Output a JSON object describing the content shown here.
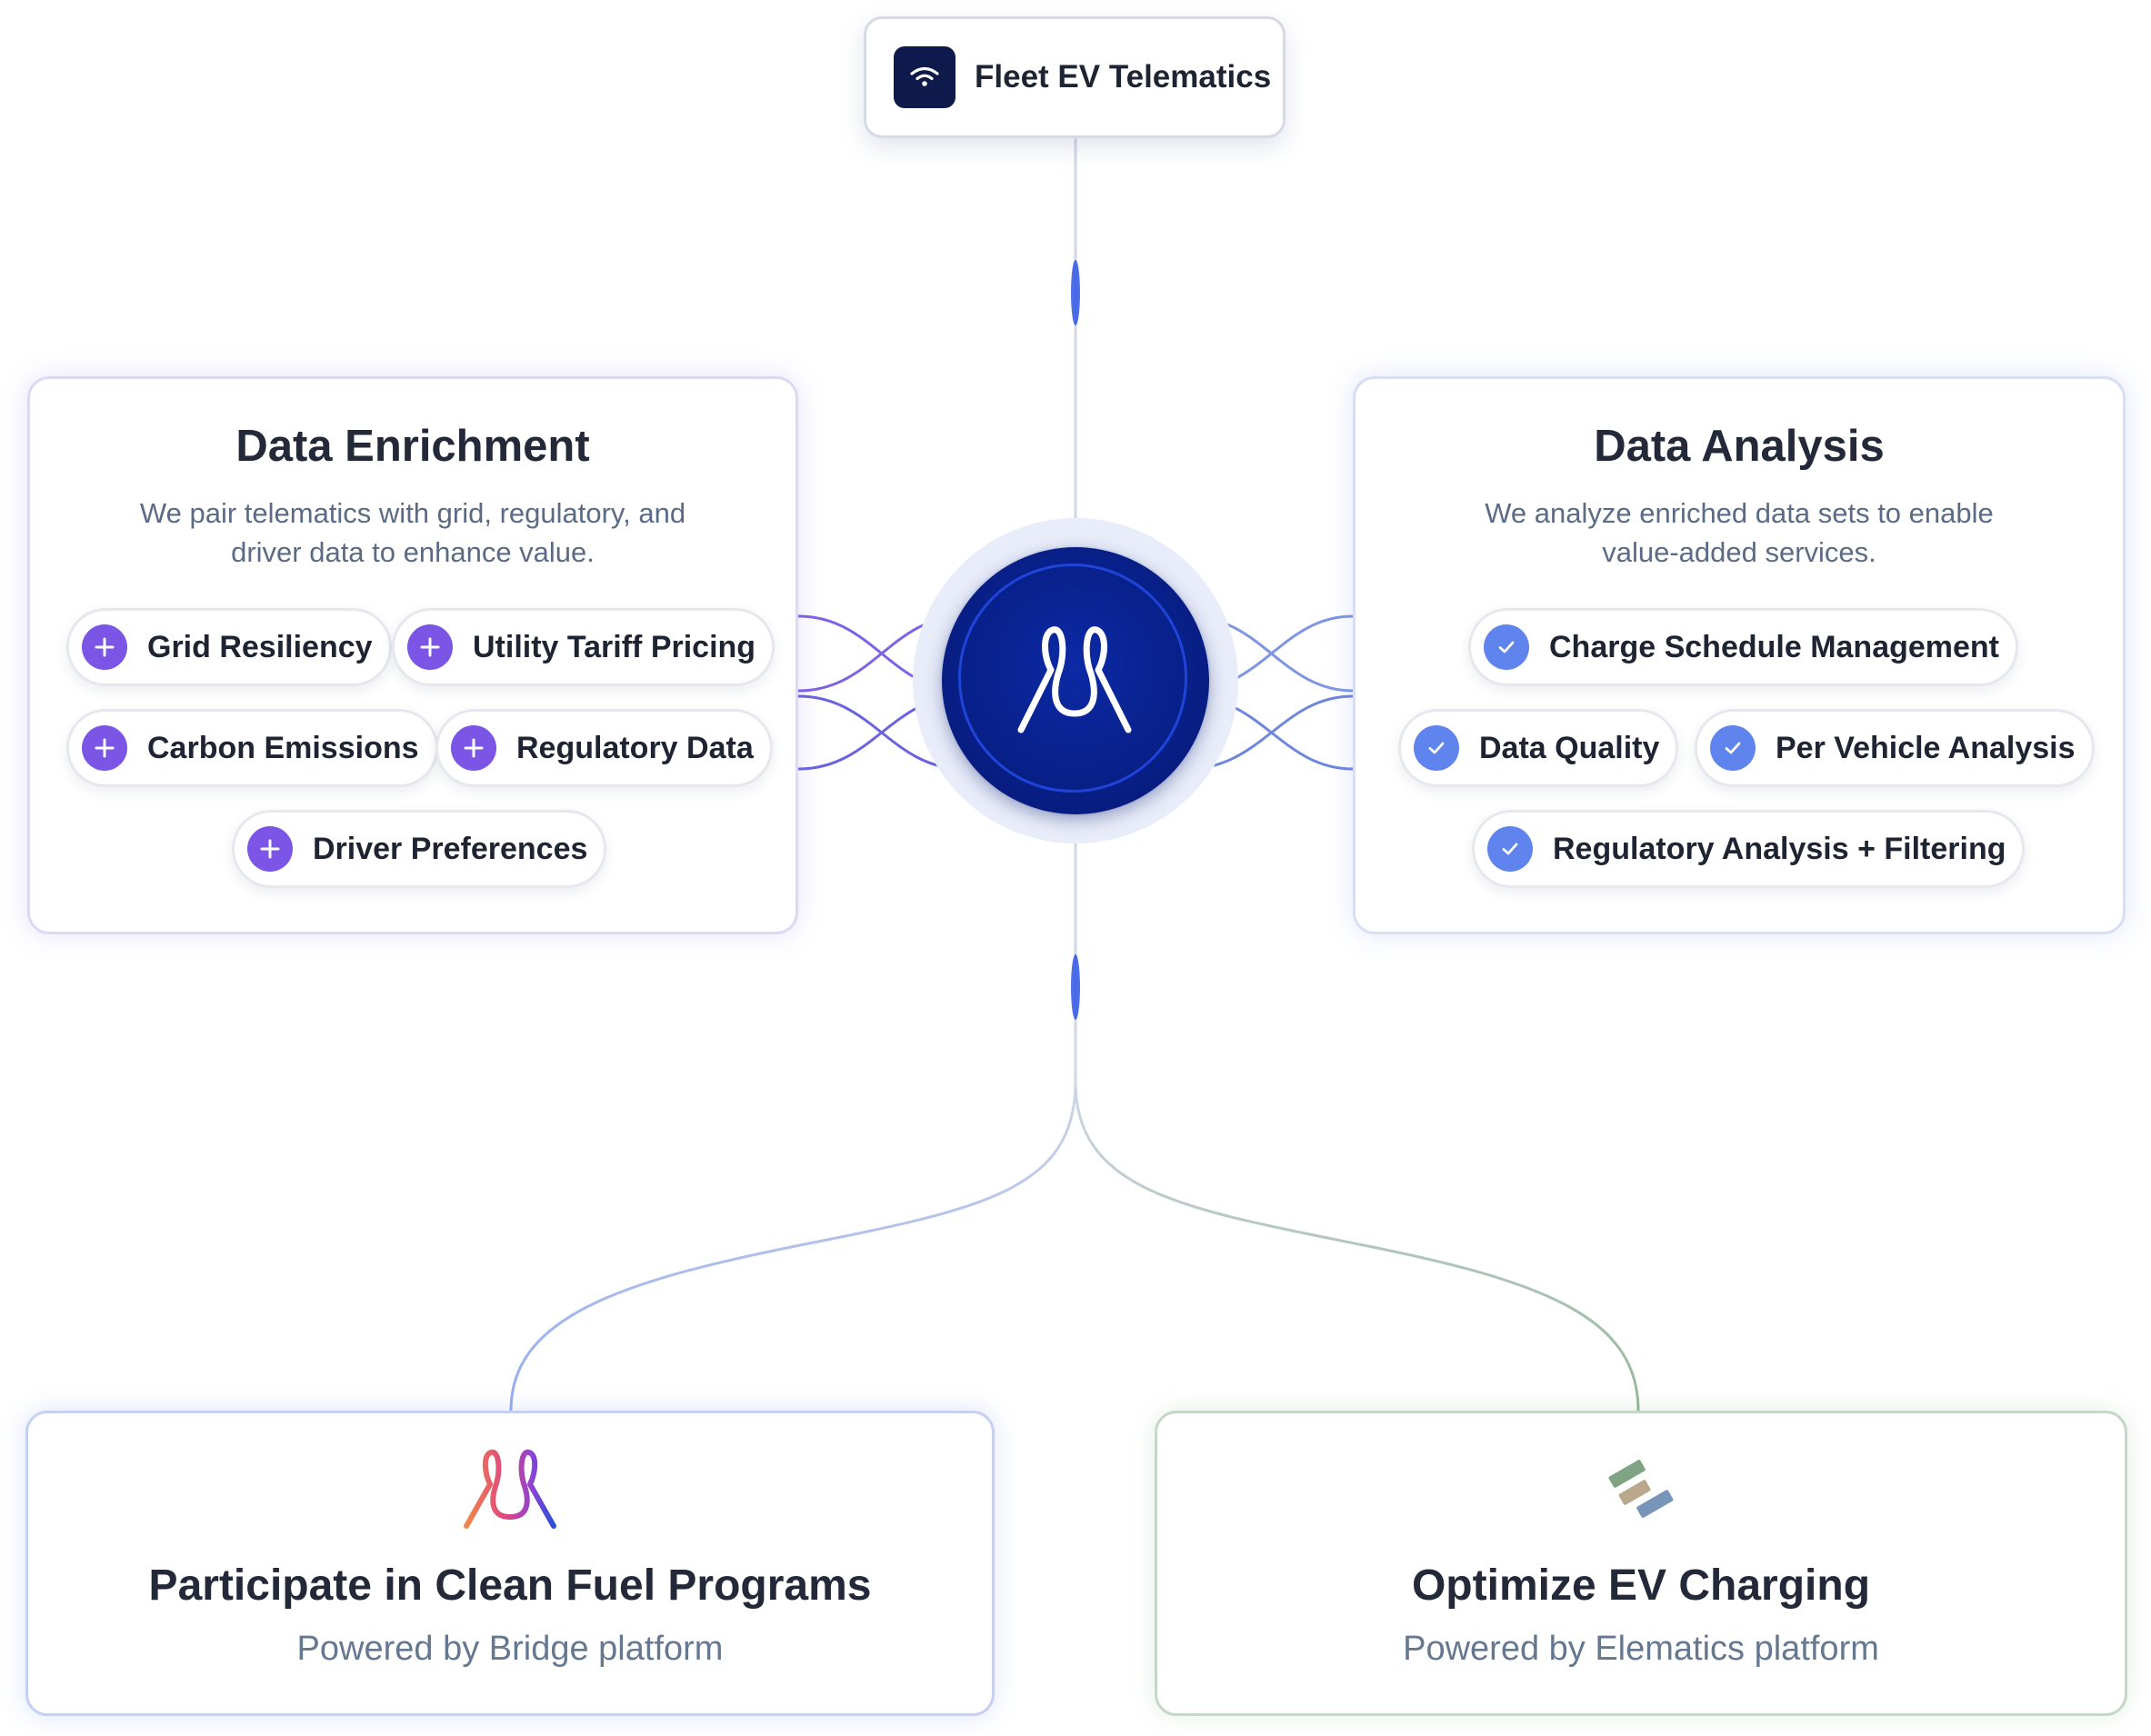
{
  "source": {
    "label": "Fleet EV Telematics",
    "icon": "wifi-icon"
  },
  "enrichment": {
    "title": "Data Enrichment",
    "description": "We pair telematics with grid, regulatory, and driver data to enhance value.",
    "items": [
      {
        "label": "Grid Resiliency",
        "icon": "plus-icon"
      },
      {
        "label": "Utility Tariff Pricing",
        "icon": "plus-icon"
      },
      {
        "label": "Carbon Emissions",
        "icon": "plus-icon"
      },
      {
        "label": "Regulatory Data",
        "icon": "plus-icon"
      },
      {
        "label": "Driver Preferences",
        "icon": "plus-icon"
      }
    ]
  },
  "analysis": {
    "title": "Data Analysis",
    "description": "We analyze enriched data sets to enable value-added services.",
    "items": [
      {
        "label": "Charge Schedule Management",
        "icon": "check-icon"
      },
      {
        "label": "Data Quality",
        "icon": "check-icon"
      },
      {
        "label": "Per Vehicle Analysis",
        "icon": "check-icon"
      },
      {
        "label": "Regulatory Analysis + Filtering",
        "icon": "check-icon"
      }
    ]
  },
  "hub": {
    "icon": "brand-logo-icon"
  },
  "outcomes": [
    {
      "title": "Participate in Clean Fuel Programs",
      "subtitle": "Powered by Bridge platform",
      "icon": "bridge-logo-icon"
    },
    {
      "title": "Optimize EV Charging",
      "subtitle": "Powered by Elematics platform",
      "icon": "elematics-logo-icon"
    }
  ],
  "colors": {
    "enrichment_accent": "#7a55e6",
    "analysis_accent": "#5f84ee",
    "hub": "#08208a",
    "bridge_connector": "#9fb4ee",
    "elematics_connector": "#9dbc9e"
  }
}
